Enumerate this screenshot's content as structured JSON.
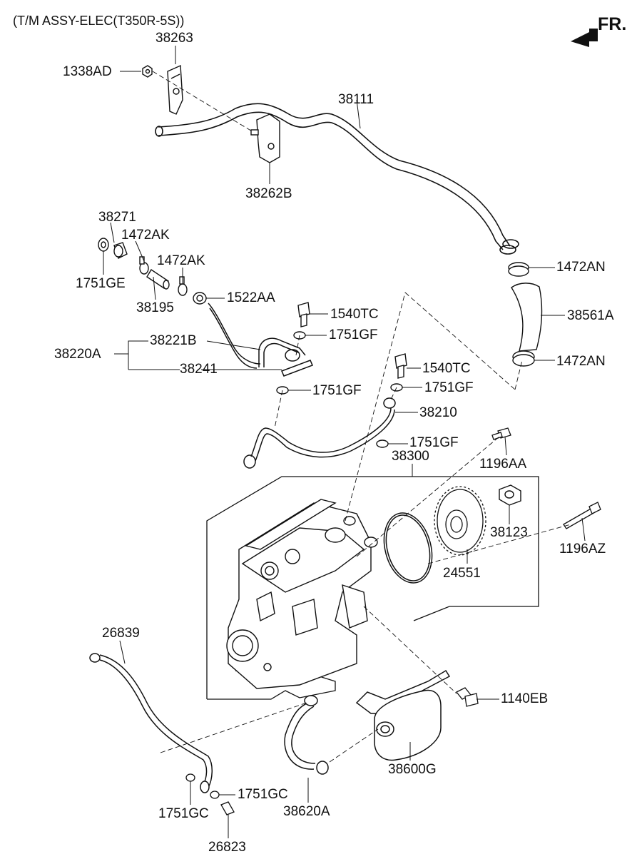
{
  "header": "(T/M ASSY-ELEC(T350R-5S))",
  "direction": "FR.",
  "parts": {
    "p38263": "38263",
    "p1338AD": "1338AD",
    "p38111": "38111",
    "p38262B": "38262B",
    "p38271": "38271",
    "p1472AK_a": "1472AK",
    "p1472AK_b": "1472AK",
    "p1751GE": "1751GE",
    "p38195": "38195",
    "p1522AA": "1522AA",
    "p1472AN_a": "1472AN",
    "p38561A": "38561A",
    "p1472AN_b": "1472AN",
    "p1540TC_a": "1540TC",
    "p1751GF_a": "1751GF",
    "p38221B": "38221B",
    "p38220A": "38220A",
    "p38241": "38241",
    "p1540TC_b": "1540TC",
    "p1751GF_b": "1751GF",
    "p1751GF_c": "1751GF",
    "p38210": "38210",
    "p1751GF_d": "1751GF",
    "p38300": "38300",
    "p1196AA": "1196AA",
    "p38123": "38123",
    "p1196AZ": "1196AZ",
    "p24551": "24551",
    "p26839": "26839",
    "p1140EB": "1140EB",
    "p38600G": "38600G",
    "p1751GC_a": "1751GC",
    "p1751GC_b": "1751GC",
    "p38620A": "38620A",
    "p26823": "26823"
  }
}
